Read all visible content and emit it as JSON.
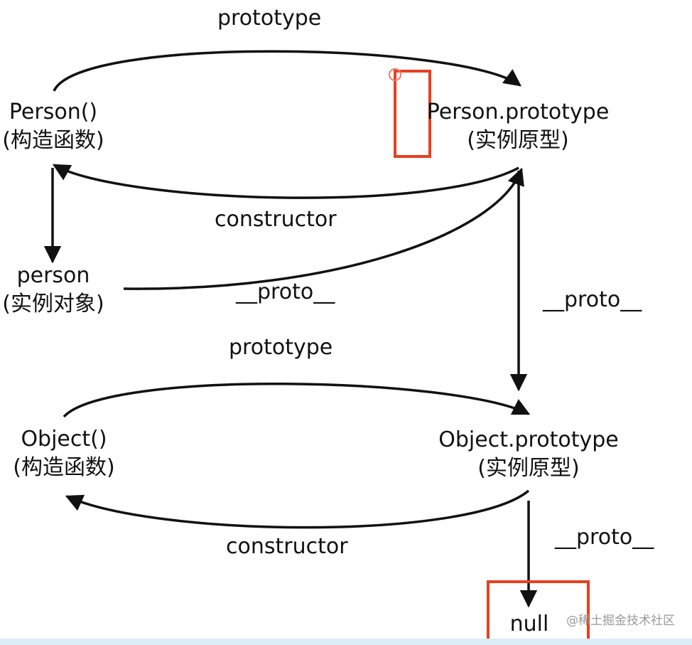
{
  "nodes": {
    "person_ctor": {
      "name": "Person()",
      "desc": "(构造函数)"
    },
    "person_proto": {
      "name": "Person.prototype",
      "desc": "(实例原型)"
    },
    "person_instance": {
      "name": "person",
      "desc": "(实例对象)"
    },
    "object_ctor": {
      "name": "Object()",
      "desc": "(构造函数)"
    },
    "object_proto": {
      "name": "Object.prototype",
      "desc": "(实例原型)"
    },
    "null_node": {
      "name": "null"
    }
  },
  "edges": {
    "person_prototype": "prototype",
    "person_constructor": "constructor",
    "instance_proto": "__proto__",
    "person_proto_proto": "__proto__",
    "object_prototype": "prototype",
    "object_constructor": "constructor",
    "object_proto_proto": "__proto__"
  },
  "highlight_color": "#e8401f",
  "watermark": "@稀土掘金技术社区"
}
